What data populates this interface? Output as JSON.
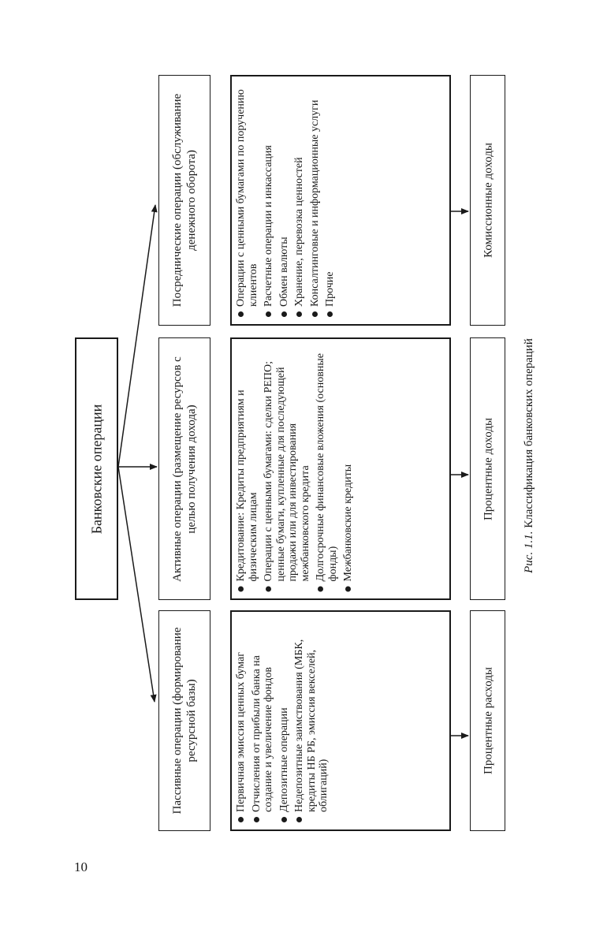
{
  "root": {
    "title": "Банковские операции"
  },
  "categories": [
    {
      "title": "Пассивные операции (формирование ресурсной базы)",
      "items": [
        "Первичная эмиссия ценных бумаг",
        "Отчисления от прибыли банка на создание и увеличение фондов",
        "Депозитные операции",
        "Недепозитные заимствования (МБК, кредиты НБ РБ, эмиссия векселей, облигаций)"
      ],
      "result": "Процентные расходы"
    },
    {
      "title": "Активные операции (размещение ресурсов с целью получения дохода)",
      "items": [
        "Кредитование: Кредиты предприятиям и физическим лицам",
        "Операции с ценными бумагами: сделки РЕПО; ценные бумаги, купленные для последующей продажи или для инвестирования межбанковского кредита",
        "Долгосрочные финансовые вложения (основные фонды)",
        "Межбанковские кредиты"
      ],
      "result": "Процентные доходы"
    },
    {
      "title": "Посреднические операции (обслуживание денежного оборота)",
      "items": [
        "Операции с ценными бумагами по поручению клиентов",
        "Расчетные операции и инкассация",
        "Обмен валюты",
        "Хранение, перевозка ценностей",
        "Консалтинговые и информационные услуги",
        "Прочие"
      ],
      "result": "Комиссионные доходы"
    }
  ],
  "caption": {
    "figure_label": "Рис. 1.1.",
    "text": "Классификация банковских операций"
  },
  "page_number": "10"
}
